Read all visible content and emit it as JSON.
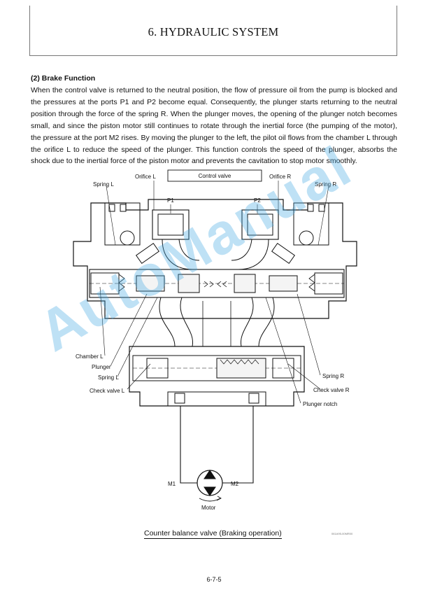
{
  "header": {
    "title": "6. HYDRAULIC SYSTEM"
  },
  "section": {
    "heading": "(2)  Brake Function",
    "body": "When the control valve is returned to the neutral position, the flow of pressure oil from the pump is blocked and the pressures at the ports P1 and P2 become equal. Consequently, the plunger starts returning to the neutral position through the force of the spring R. When the plunger moves, the opening of the plunger notch becomes small, and since the piston motor still continues to rotate through the inertial force (the pumping of the motor), the pressure at the port M2 rises. By moving the plunger to the left, the pilot oil flows from the chamber L through the orifice L to reduce the speed of the plunger. This function controls the speed of the plunger, absorbs the shock due to the inertial force of the piston motor and prevents the cavitation to stop motor smoothly."
  },
  "diagram": {
    "labels": {
      "control_valve": "Control valve",
      "orifice_l": "Orifice L",
      "orifice_r": "Orifice R",
      "spring_l_top": "Spring L",
      "spring_r_top": "Spring R",
      "p1": "P1",
      "p2": "P2",
      "chamber_l": "Chamber L",
      "plunger": "Plunger",
      "spring_l": "Spring L",
      "check_valve_l": "Check valve L",
      "spring_r": "Spring R",
      "check_valve_r": "Check valve R",
      "plunger_notch": "Plunger notch",
      "m1": "M1",
      "m2": "M2",
      "motor": "Motor"
    },
    "caption": "Counter balance valve (Braking operation)",
    "code": "061A95-00MR00"
  },
  "watermark": "AutoManual",
  "footer": {
    "page_number": "6-7-5"
  }
}
